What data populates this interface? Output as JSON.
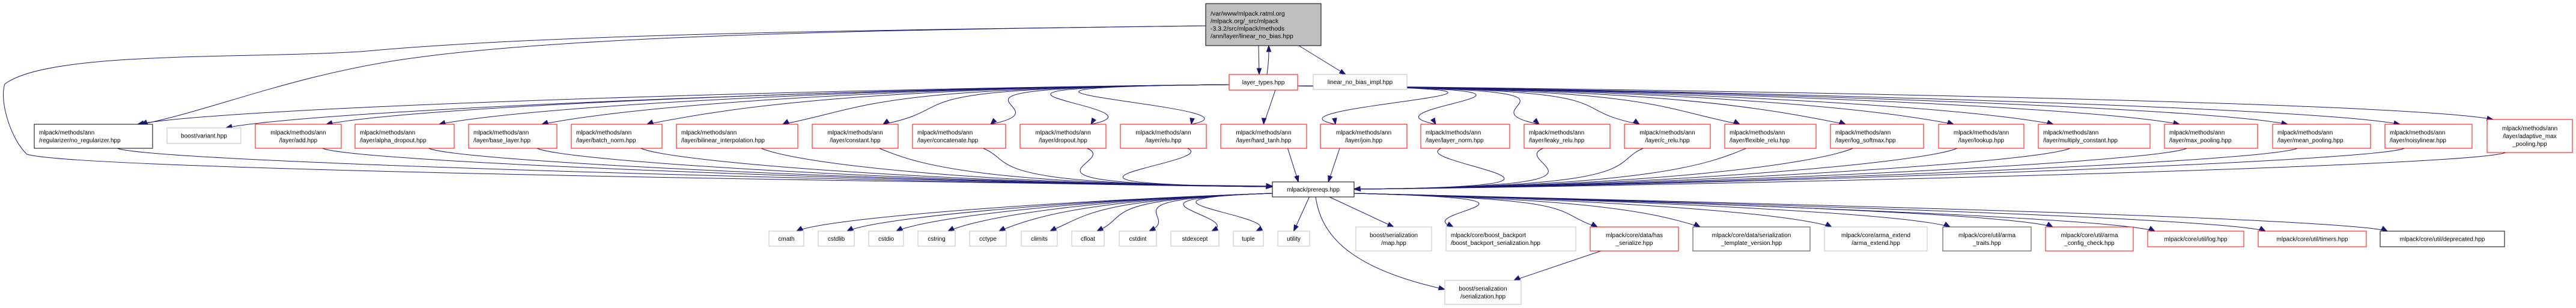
{
  "title": "Include dependency graph for linear_no_bias.hpp",
  "colors": {
    "edge": "#191970",
    "root_fill": "#bfbfbf",
    "root_border": "#000000",
    "documented_border": "#000000",
    "truncated_border": "#ff0000",
    "external_border": "#bfbfbf",
    "dark_border": "#404040"
  },
  "nodes": [
    {
      "id": "root",
      "lines": [
        "/var/www/mlpack.ratml.org",
        "/mlpack.org/_src/mlpack",
        "-3.3.2/src/mlpack/methods",
        "/ann/layer/linear_no_bias.hpp"
      ],
      "kind": "root",
      "align": "left"
    },
    {
      "id": "layer_types",
      "lines": [
        "layer_types.hpp"
      ],
      "kind": "truncated"
    },
    {
      "id": "linear_no_bias_impl",
      "lines": [
        "linear_no_bias_impl.hpp"
      ],
      "kind": "external"
    },
    {
      "id": "no_regularizer",
      "lines": [
        "mlpack/methods/ann",
        "/regularizer/no_regularizer.hpp"
      ],
      "kind": "documented",
      "align": "left"
    },
    {
      "id": "variant",
      "lines": [
        "boost/variant.hpp"
      ],
      "kind": "external"
    },
    {
      "id": "add",
      "lines": [
        "mlpack/methods/ann",
        "/layer/add.hpp"
      ],
      "kind": "truncated"
    },
    {
      "id": "alpha_dropout",
      "lines": [
        "mlpack/methods/ann",
        "/layer/alpha_dropout.hpp"
      ],
      "kind": "truncated",
      "align": "left"
    },
    {
      "id": "base_layer",
      "lines": [
        "mlpack/methods/ann",
        "/layer/base_layer.hpp"
      ],
      "kind": "truncated",
      "align": "left"
    },
    {
      "id": "batch_norm",
      "lines": [
        "mlpack/methods/ann",
        "/layer/batch_norm.hpp"
      ],
      "kind": "truncated",
      "align": "left"
    },
    {
      "id": "bilinear_interpolation",
      "lines": [
        "mlpack/methods/ann",
        "/layer/bilinear_interpolation.hpp"
      ],
      "kind": "truncated",
      "align": "left"
    },
    {
      "id": "constant",
      "lines": [
        "mlpack/methods/ann",
        "/layer/constant.hpp"
      ],
      "kind": "truncated"
    },
    {
      "id": "concatenate",
      "lines": [
        "mlpack/methods/ann",
        "/layer/concatenate.hpp"
      ],
      "kind": "truncated",
      "align": "left"
    },
    {
      "id": "dropout",
      "lines": [
        "mlpack/methods/ann",
        "/layer/dropout.hpp"
      ],
      "kind": "truncated"
    },
    {
      "id": "elu",
      "lines": [
        "mlpack/methods/ann",
        "/layer/elu.hpp"
      ],
      "kind": "truncated"
    },
    {
      "id": "hard_tanh",
      "lines": [
        "mlpack/methods/ann",
        "/layer/hard_tanh.hpp"
      ],
      "kind": "truncated"
    },
    {
      "id": "join",
      "lines": [
        "mlpack/methods/ann",
        "/layer/join.hpp"
      ],
      "kind": "truncated"
    },
    {
      "id": "layer_norm",
      "lines": [
        "mlpack/methods/ann",
        "/layer/layer_norm.hpp"
      ],
      "kind": "truncated",
      "align": "left"
    },
    {
      "id": "leaky_relu",
      "lines": [
        "mlpack/methods/ann",
        "/layer/leaky_relu.hpp"
      ],
      "kind": "truncated",
      "align": "left"
    },
    {
      "id": "c_relu",
      "lines": [
        "mlpack/methods/ann",
        "/layer/c_relu.hpp"
      ],
      "kind": "truncated"
    },
    {
      "id": "flexible_relu",
      "lines": [
        "mlpack/methods/ann",
        "/layer/flexible_relu.hpp"
      ],
      "kind": "truncated",
      "align": "left"
    },
    {
      "id": "log_softmax",
      "lines": [
        "mlpack/methods/ann",
        "/layer/log_softmax.hpp"
      ],
      "kind": "truncated",
      "align": "left"
    },
    {
      "id": "lookup",
      "lines": [
        "mlpack/methods/ann",
        "/layer/lookup.hpp"
      ],
      "kind": "truncated"
    },
    {
      "id": "multiply_constant",
      "lines": [
        "mlpack/methods/ann",
        "/layer/multiply_constant.hpp"
      ],
      "kind": "truncated",
      "align": "left"
    },
    {
      "id": "max_pooling",
      "lines": [
        "mlpack/methods/ann",
        "/layer/max_pooling.hpp"
      ],
      "kind": "truncated",
      "align": "left"
    },
    {
      "id": "mean_pooling",
      "lines": [
        "mlpack/methods/ann",
        "/layer/mean_pooling.hpp"
      ],
      "kind": "truncated",
      "align": "left"
    },
    {
      "id": "noisylinear",
      "lines": [
        "mlpack/methods/ann",
        "/layer/noisylinear.hpp"
      ],
      "kind": "truncated",
      "align": "left"
    },
    {
      "id": "adaptive_max_pooling",
      "lines": [
        "mlpack/methods/ann",
        "/layer/adaptive_max",
        "_pooling.hpp"
      ],
      "kind": "truncated"
    },
    {
      "id": "prereqs",
      "lines": [
        "mlpack/prereqs.hpp"
      ],
      "kind": "documented"
    },
    {
      "id": "cmath",
      "lines": [
        "cmath"
      ],
      "kind": "external"
    },
    {
      "id": "cstdlib",
      "lines": [
        "cstdlib"
      ],
      "kind": "external"
    },
    {
      "id": "cstdio",
      "lines": [
        "cstdio"
      ],
      "kind": "external"
    },
    {
      "id": "cstring",
      "lines": [
        "cstring"
      ],
      "kind": "external"
    },
    {
      "id": "cctype",
      "lines": [
        "cctype"
      ],
      "kind": "external"
    },
    {
      "id": "climits",
      "lines": [
        "climits"
      ],
      "kind": "external"
    },
    {
      "id": "cfloat",
      "lines": [
        "cfloat"
      ],
      "kind": "external"
    },
    {
      "id": "cstdint",
      "lines": [
        "cstdint"
      ],
      "kind": "external"
    },
    {
      "id": "stdexcept",
      "lines": [
        "stdexcept"
      ],
      "kind": "external"
    },
    {
      "id": "tuple",
      "lines": [
        "tuple"
      ],
      "kind": "external"
    },
    {
      "id": "utility",
      "lines": [
        "utility"
      ],
      "kind": "external"
    },
    {
      "id": "serialization_map",
      "lines": [
        "boost/serialization",
        "/map.hpp"
      ],
      "kind": "external"
    },
    {
      "id": "boost_backport",
      "lines": [
        "mlpack/core/boost_backport",
        "/boost_backport_serialization.hpp"
      ],
      "kind": "external",
      "align": "left"
    },
    {
      "id": "has_serialize",
      "lines": [
        "mlpack/core/data/has",
        "_serialize.hpp"
      ],
      "kind": "truncated"
    },
    {
      "id": "serialization_template_version",
      "lines": [
        "mlpack/core/data/serialization",
        "_template_version.hpp"
      ],
      "kind": "dark"
    },
    {
      "id": "arma_extend",
      "lines": [
        "mlpack/core/arma_extend",
        "/arma_extend.hpp"
      ],
      "kind": "external"
    },
    {
      "id": "arma_traits",
      "lines": [
        "mlpack/core/util/arma",
        "_traits.hpp"
      ],
      "kind": "dark"
    },
    {
      "id": "arma_config_check",
      "lines": [
        "mlpack/core/util/arma",
        "_config_check.hpp"
      ],
      "kind": "truncated"
    },
    {
      "id": "log",
      "lines": [
        "mlpack/core/util/log.hpp"
      ],
      "kind": "truncated"
    },
    {
      "id": "timers",
      "lines": [
        "mlpack/core/util/timers.hpp"
      ],
      "kind": "truncated"
    },
    {
      "id": "deprecated",
      "lines": [
        "mlpack/core/util/deprecated.hpp"
      ],
      "kind": "documented"
    },
    {
      "id": "serialization",
      "lines": [
        "boost/serialization",
        "/serialization.hpp"
      ],
      "kind": "external"
    }
  ],
  "edges": [
    [
      "root",
      "layer_types"
    ],
    [
      "layer_types",
      "root"
    ],
    [
      "root",
      "linear_no_bias_impl"
    ],
    [
      "root",
      "no_regularizer"
    ],
    [
      "root",
      "prereqs"
    ],
    [
      "layer_types",
      "no_regularizer"
    ],
    [
      "layer_types",
      "variant"
    ],
    [
      "layer_types",
      "add"
    ],
    [
      "layer_types",
      "alpha_dropout"
    ],
    [
      "layer_types",
      "base_layer"
    ],
    [
      "layer_types",
      "batch_norm"
    ],
    [
      "layer_types",
      "bilinear_interpolation"
    ],
    [
      "layer_types",
      "constant"
    ],
    [
      "layer_types",
      "concatenate"
    ],
    [
      "layer_types",
      "dropout"
    ],
    [
      "layer_types",
      "elu"
    ],
    [
      "layer_types",
      "hard_tanh"
    ],
    [
      "layer_types",
      "join"
    ],
    [
      "layer_types",
      "layer_norm"
    ],
    [
      "layer_types",
      "leaky_relu"
    ],
    [
      "layer_types",
      "c_relu"
    ],
    [
      "layer_types",
      "flexible_relu"
    ],
    [
      "layer_types",
      "log_softmax"
    ],
    [
      "layer_types",
      "lookup"
    ],
    [
      "layer_types",
      "multiply_constant"
    ],
    [
      "layer_types",
      "max_pooling"
    ],
    [
      "layer_types",
      "mean_pooling"
    ],
    [
      "layer_types",
      "noisylinear"
    ],
    [
      "layer_types",
      "adaptive_max_pooling"
    ],
    [
      "no_regularizer",
      "prereqs"
    ],
    [
      "add",
      "prereqs"
    ],
    [
      "alpha_dropout",
      "prereqs"
    ],
    [
      "base_layer",
      "prereqs"
    ],
    [
      "batch_norm",
      "prereqs"
    ],
    [
      "bilinear_interpolation",
      "prereqs"
    ],
    [
      "constant",
      "prereqs"
    ],
    [
      "concatenate",
      "prereqs"
    ],
    [
      "dropout",
      "prereqs"
    ],
    [
      "elu",
      "prereqs"
    ],
    [
      "hard_tanh",
      "prereqs"
    ],
    [
      "join",
      "prereqs"
    ],
    [
      "layer_norm",
      "prereqs"
    ],
    [
      "leaky_relu",
      "prereqs"
    ],
    [
      "c_relu",
      "prereqs"
    ],
    [
      "flexible_relu",
      "prereqs"
    ],
    [
      "log_softmax",
      "prereqs"
    ],
    [
      "lookup",
      "prereqs"
    ],
    [
      "multiply_constant",
      "prereqs"
    ],
    [
      "max_pooling",
      "prereqs"
    ],
    [
      "mean_pooling",
      "prereqs"
    ],
    [
      "noisylinear",
      "prereqs"
    ],
    [
      "adaptive_max_pooling",
      "prereqs"
    ],
    [
      "prereqs",
      "cmath"
    ],
    [
      "prereqs",
      "cstdlib"
    ],
    [
      "prereqs",
      "cstdio"
    ],
    [
      "prereqs",
      "cstring"
    ],
    [
      "prereqs",
      "cctype"
    ],
    [
      "prereqs",
      "climits"
    ],
    [
      "prereqs",
      "cfloat"
    ],
    [
      "prereqs",
      "cstdint"
    ],
    [
      "prereqs",
      "stdexcept"
    ],
    [
      "prereqs",
      "tuple"
    ],
    [
      "prereqs",
      "utility"
    ],
    [
      "prereqs",
      "serialization_map"
    ],
    [
      "prereqs",
      "boost_backport"
    ],
    [
      "prereqs",
      "has_serialize"
    ],
    [
      "prereqs",
      "serialization_template_version"
    ],
    [
      "prereqs",
      "arma_extend"
    ],
    [
      "prereqs",
      "arma_traits"
    ],
    [
      "prereqs",
      "arma_config_check"
    ],
    [
      "prereqs",
      "log"
    ],
    [
      "prereqs",
      "timers"
    ],
    [
      "prereqs",
      "deprecated"
    ],
    [
      "prereqs",
      "serialization"
    ],
    [
      "has_serialize",
      "serialization"
    ]
  ]
}
